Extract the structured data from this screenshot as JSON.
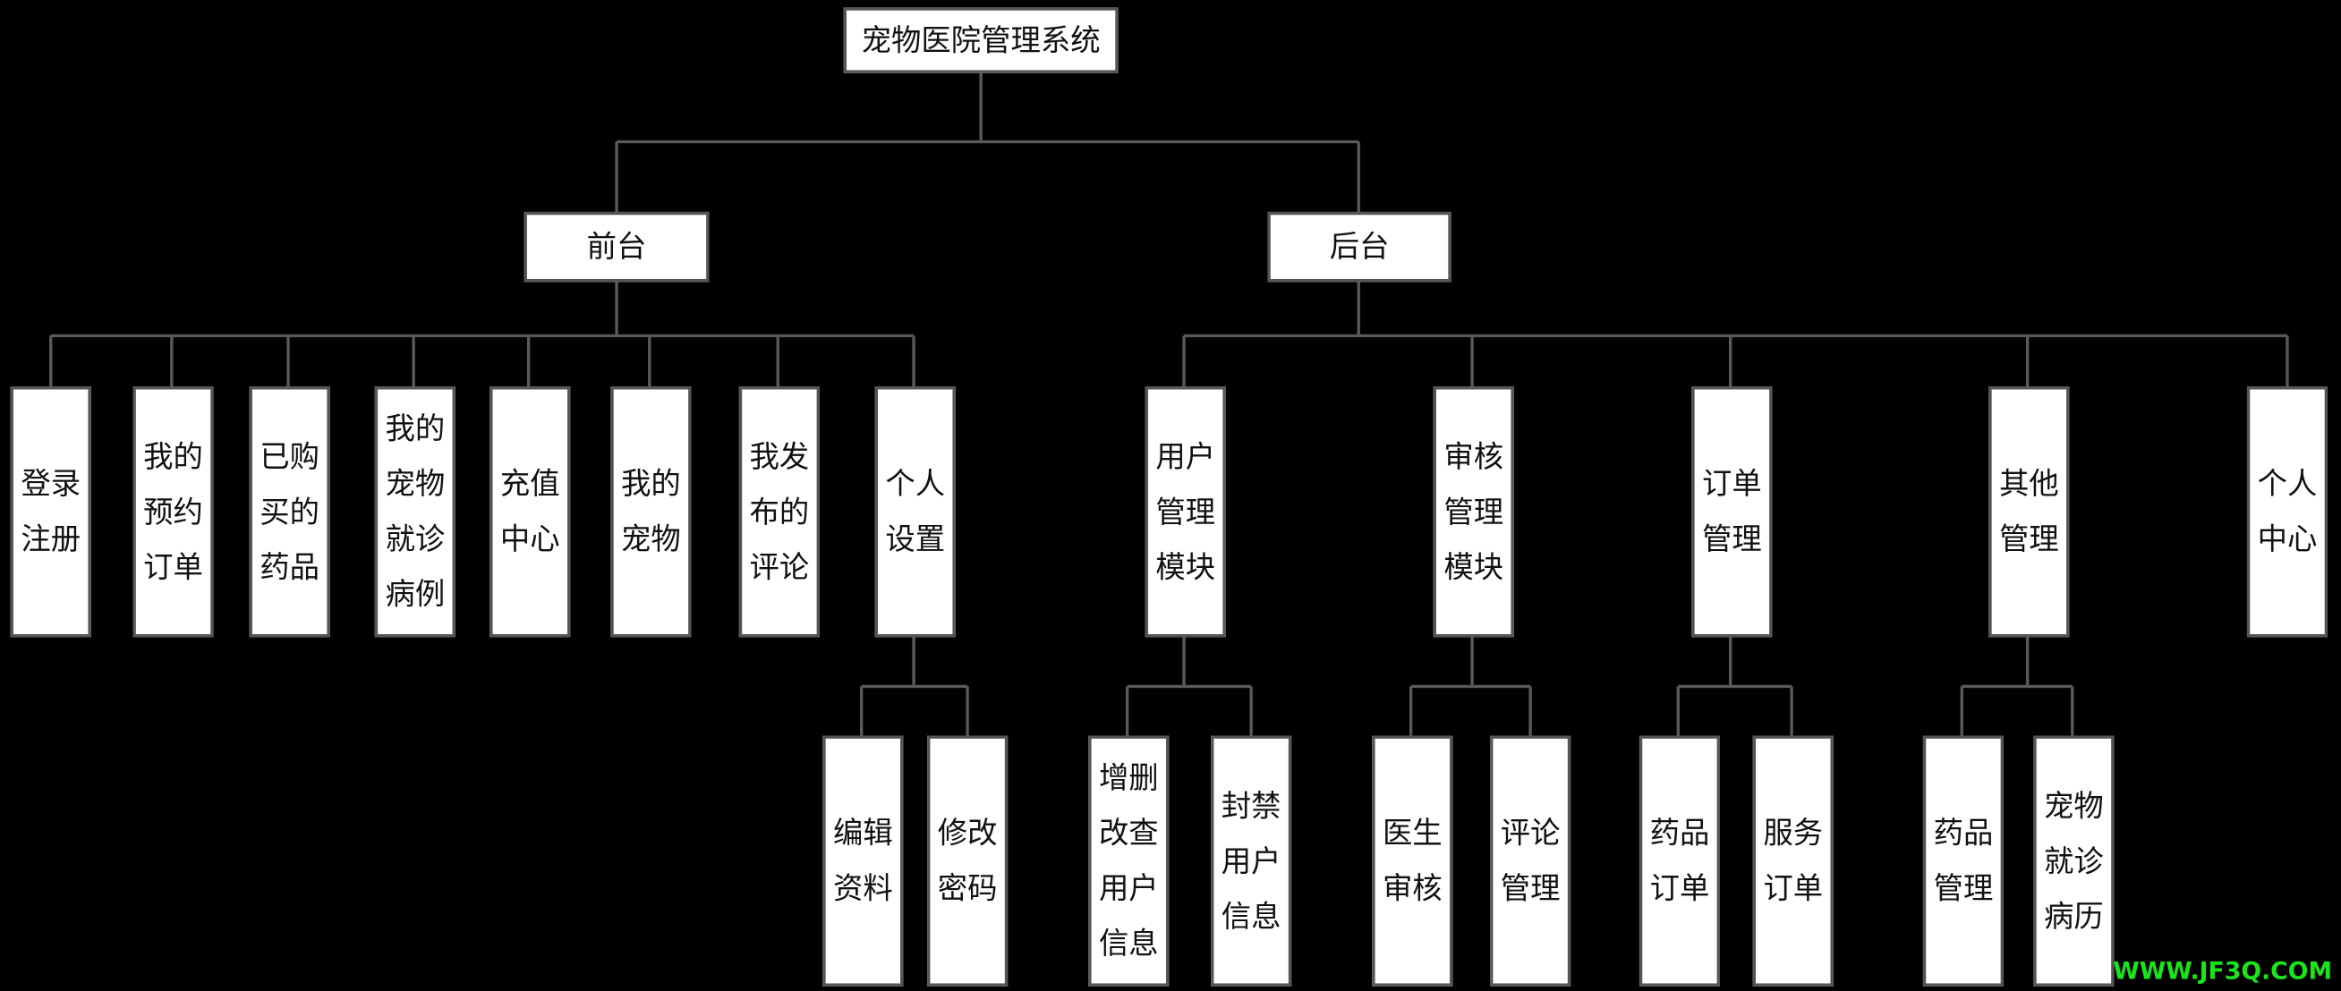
{
  "root": "宠物医院管理系统",
  "front": {
    "label": "前台",
    "items": [
      "登录注册",
      "我的预约订单",
      "已购买的药品",
      "我的宠物就诊病例",
      "充值中心",
      "我的宠物",
      "我发布的评论",
      "个人设置"
    ],
    "personal_settings_children": [
      "编辑资料",
      "修改密码"
    ]
  },
  "back": {
    "label": "后台",
    "items": [
      "用户管理模块",
      "审核管理模块",
      "订单管理",
      "其他管理",
      "个人中心"
    ],
    "user_children": [
      "增删改查用户信息",
      "封禁用户信息"
    ],
    "review_children": [
      "医生审核",
      "评论管理"
    ],
    "order_children": [
      "药品订单",
      "服务订单"
    ],
    "other_children": [
      "药品管理",
      "宠物就诊病历"
    ]
  },
  "watermark": "WWW.JF3Q.COM"
}
